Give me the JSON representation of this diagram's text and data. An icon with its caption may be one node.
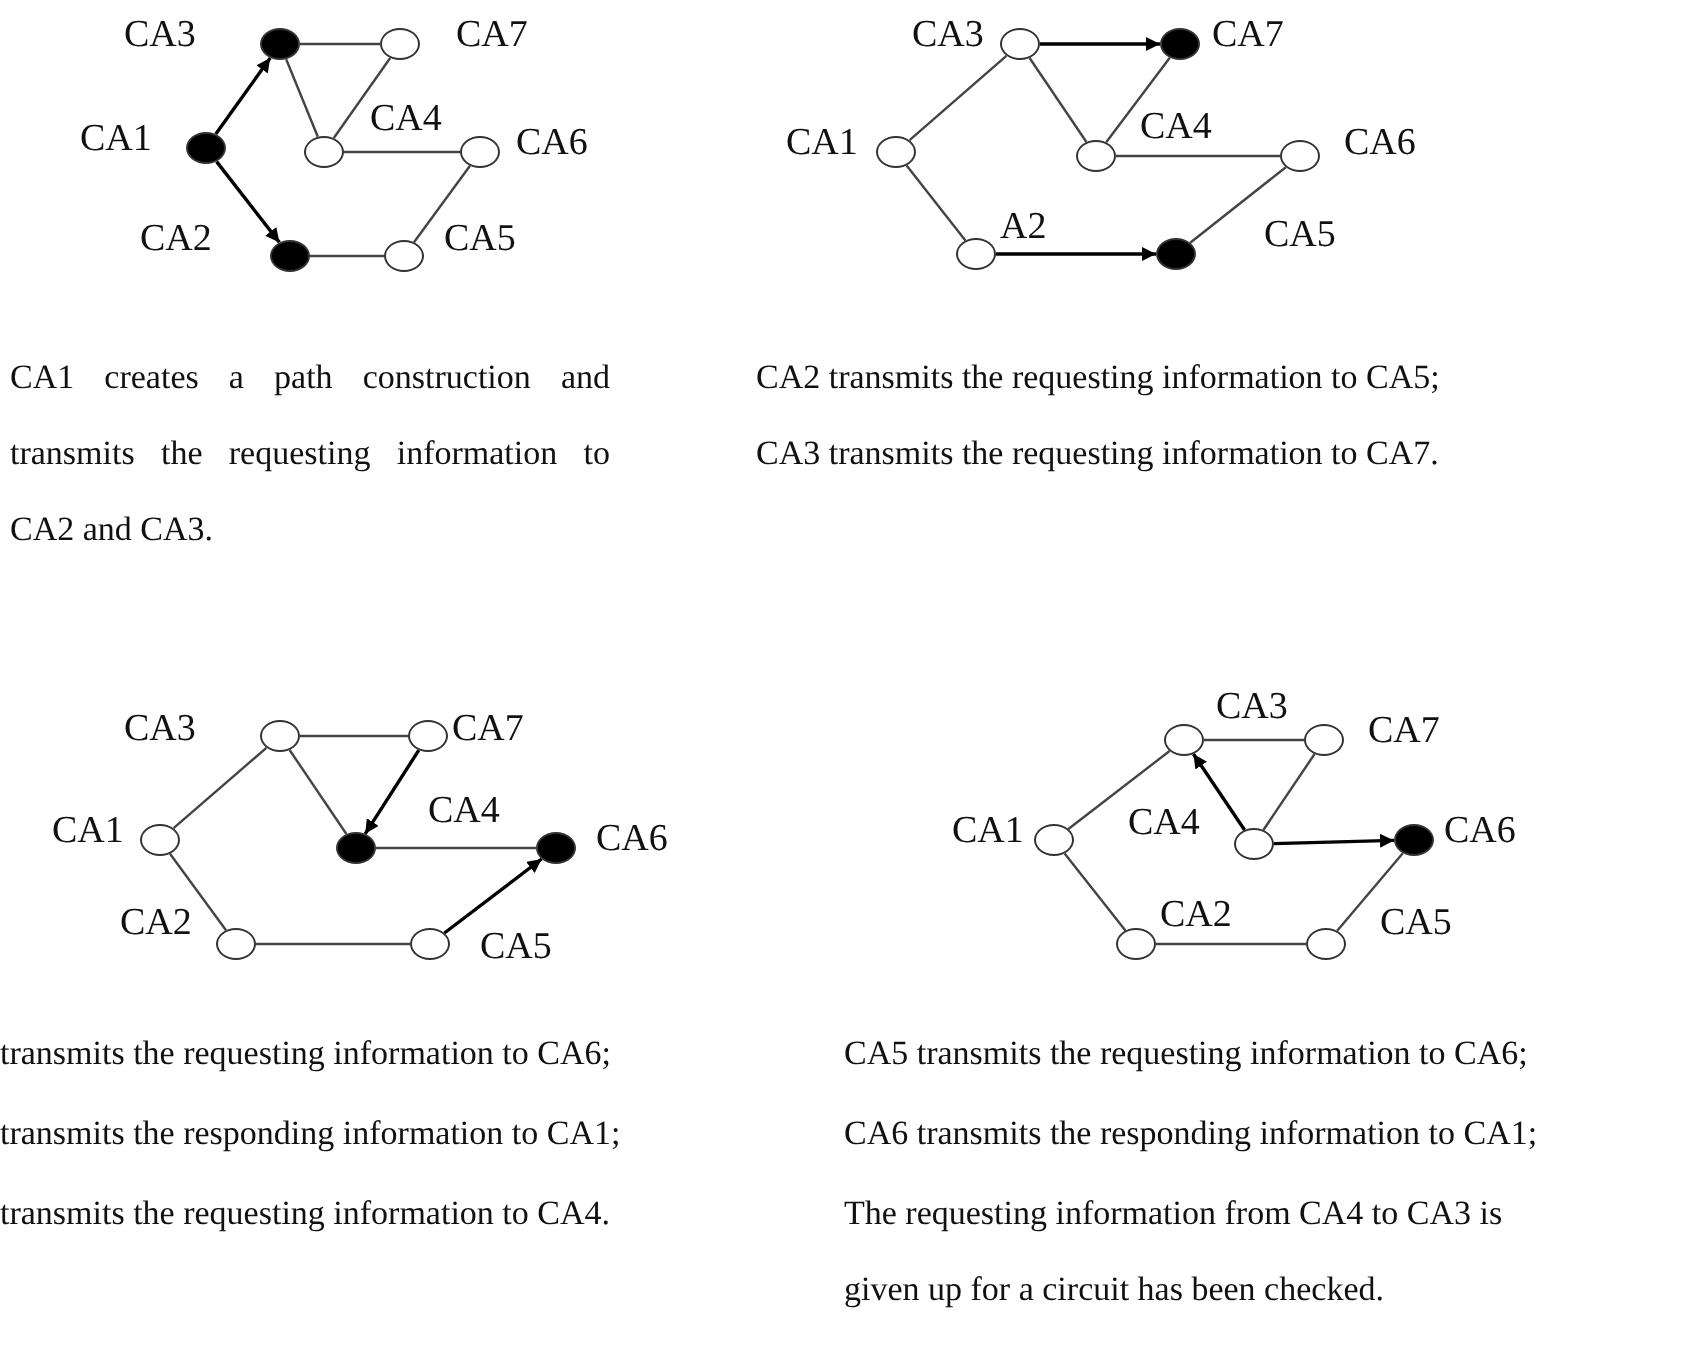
{
  "diagram": {
    "nodes": [
      {
        "text": [],
        "shape": "dot",
        "beside": [
          "CA3"
        ]
      },
      {
        "text": [],
        "shape": "circle",
        "beside": [
          "CA7"
        ]
      },
      {
        "text": [],
        "shape": "dot",
        "beside": [
          "CA1"
        ]
      },
      {
        "text": [],
        "shape": "circle",
        "beside": [
          "CA4"
        ]
      },
      {
        "text": [],
        "shape": "circle",
        "beside": [
          "CA6"
        ]
      },
      {
        "text": [],
        "shape": "dot",
        "beside": [
          "CA2"
        ]
      },
      {
        "text": [],
        "shape": "circle",
        "beside": [
          "CA5"
        ]
      },
      {
        "text": [],
        "shape": "circle",
        "beside": [
          "CA3"
        ]
      },
      {
        "text": [],
        "shape": "dot",
        "beside": [
          "CA7"
        ]
      },
      {
        "text": [],
        "shape": "circle",
        "beside": [
          "CA1"
        ]
      },
      {
        "text": [],
        "shape": "circle",
        "beside": [
          "CA4"
        ]
      },
      {
        "text": [],
        "shape": "circle",
        "beside": [
          "CA6"
        ]
      },
      {
        "text": [],
        "shape": "circle",
        "beside": [
          "A2"
        ]
      },
      {
        "text": [],
        "shape": "dot",
        "beside": [
          "CA5"
        ]
      },
      {
        "text": [],
        "shape": "circle",
        "beside": [
          "CA3"
        ]
      },
      {
        "text": [],
        "shape": "circle",
        "beside": [
          "CA7"
        ]
      },
      {
        "text": [],
        "shape": "circle",
        "beside": [
          "CA1"
        ]
      },
      {
        "text": [],
        "shape": "dot",
        "beside": [
          "CA4"
        ]
      },
      {
        "text": [],
        "shape": "dot",
        "beside": [
          "CA6"
        ]
      },
      {
        "text": [],
        "shape": "circle",
        "beside": [
          "CA2"
        ]
      },
      {
        "text": [],
        "shape": "circle",
        "beside": [
          "CA5"
        ]
      },
      {
        "text": [],
        "shape": "circle",
        "beside": [
          "CA3"
        ]
      },
      {
        "text": [],
        "shape": "circle",
        "beside": [
          "CA7"
        ]
      },
      {
        "text": [],
        "shape": "circle",
        "beside": [
          "CA1"
        ]
      },
      {
        "text": [],
        "shape": "circle",
        "beside": [
          "CA4"
        ]
      },
      {
        "text": [],
        "shape": "dot",
        "beside": [
          "CA6"
        ]
      },
      {
        "text": [],
        "shape": "circle",
        "beside": [
          "CA2"
        ]
      },
      {
        "text": [],
        "shape": "circle",
        "beside": [
          "CA5"
        ]
      }
    ],
    "edges": [
      {
        "from": 2,
        "to": 0,
        "arrow": "to"
      },
      {
        "from": 2,
        "to": 5,
        "arrow": "to"
      },
      {
        "from": 0,
        "to": 1,
        "arrow": "none"
      },
      {
        "from": 0,
        "to": 3,
        "arrow": "none"
      },
      {
        "from": 1,
        "to": 3,
        "arrow": "none"
      },
      {
        "from": 3,
        "to": 4,
        "arrow": "none"
      },
      {
        "from": 5,
        "to": 6,
        "arrow": "none"
      },
      {
        "from": 6,
        "to": 4,
        "arrow": "none"
      },
      {
        "from": 7,
        "to": 8,
        "arrow": "to"
      },
      {
        "from": 9,
        "to": 7,
        "arrow": "none"
      },
      {
        "from": 7,
        "to": 10,
        "arrow": "none"
      },
      {
        "from": 10,
        "to": 8,
        "arrow": "none"
      },
      {
        "from": 10,
        "to": 11,
        "arrow": "none"
      },
      {
        "from": 9,
        "to": 12,
        "arrow": "none"
      },
      {
        "from": 12,
        "to": 13,
        "arrow": "to"
      },
      {
        "from": 13,
        "to": 11,
        "arrow": "none"
      },
      {
        "from": 16,
        "to": 14,
        "arrow": "none"
      },
      {
        "from": 14,
        "to": 15,
        "arrow": "none"
      },
      {
        "from": 14,
        "to": 17,
        "arrow": "none"
      },
      {
        "from": 15,
        "to": 17,
        "arrow": "to"
      },
      {
        "from": 17,
        "to": 18,
        "arrow": "none"
      },
      {
        "from": 20,
        "to": 18,
        "arrow": "to"
      },
      {
        "from": 16,
        "to": 19,
        "arrow": "none"
      },
      {
        "from": 19,
        "to": 20,
        "arrow": "none"
      },
      {
        "from": 23,
        "to": 21,
        "arrow": "none"
      },
      {
        "from": 21,
        "to": 22,
        "arrow": "none"
      },
      {
        "from": 22,
        "to": 24,
        "arrow": "none"
      },
      {
        "from": 24,
        "to": 21,
        "arrow": "to"
      },
      {
        "from": 24,
        "to": 25,
        "arrow": "to"
      },
      {
        "from": 25,
        "to": 27,
        "arrow": "none"
      },
      {
        "from": 23,
        "to": 26,
        "arrow": "none"
      },
      {
        "from": 26,
        "to": 27,
        "arrow": "none"
      }
    ],
    "labels": [
      "CA1 creates a path construction and transmits the requesting information to CA2 and CA3.",
      "CA2 transmits the requesting information to CA5;",
      "CA3 transmits the requesting information to CA7.",
      "transmits the requesting information to CA6;",
      "transmits the responding information to CA1;",
      "transmits the requesting information to CA4.",
      "CA5 transmits the requesting information to CA6;",
      "CA6 transmits the responding information to CA1;",
      "The requesting information from CA4 to CA3 is given up for a circuit has been checked."
    ]
  }
}
